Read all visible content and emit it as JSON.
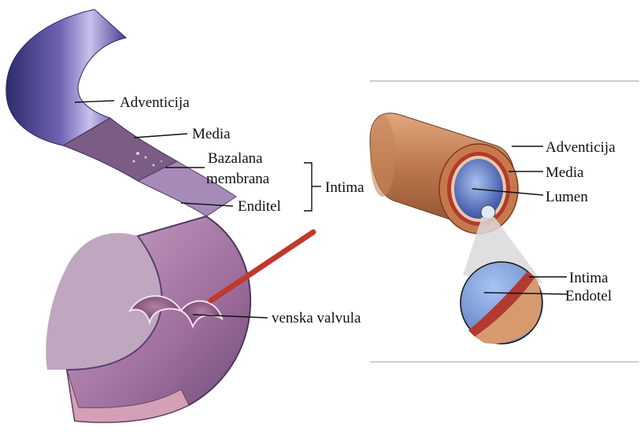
{
  "vein_diagram": {
    "labels": {
      "adventicija": "Adventicija",
      "media": "Media",
      "bazalana": "Bazalana",
      "membrana": "membrana",
      "enditel": "Enditel",
      "intima": "Intima",
      "venska_valvula": "venska valvula"
    }
  },
  "artery_diagram": {
    "labels": {
      "adventicija": "Adventicija",
      "media": "Media",
      "lumen": "Lumen",
      "intima": "Intima",
      "endotel": "Endotel"
    }
  },
  "colors": {
    "vein_outer": "#4b3f8f",
    "vein_wall": "#9c88b8",
    "vein_inner": "#b58cb3",
    "arrow": "#c0392b",
    "tube_outer": "#c9835a",
    "tube_lumen": "#6a86c9",
    "line": "#111111",
    "frame_line": "#bfbfbf"
  }
}
